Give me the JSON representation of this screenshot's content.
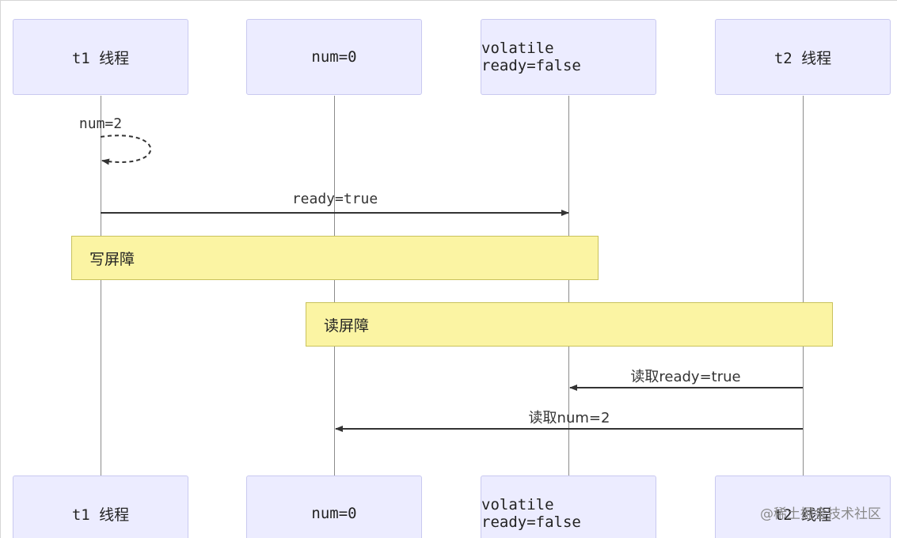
{
  "participants": [
    {
      "label": "t1 线程"
    },
    {
      "label": "num=0"
    },
    {
      "label": "volatile ready=false"
    },
    {
      "label": "t2 线程"
    }
  ],
  "messages": [
    {
      "label": "num=2",
      "type": "self",
      "line": "dashed"
    },
    {
      "label": "ready=true",
      "type": "arrow",
      "line": "solid"
    },
    {
      "label": "读取ready=true",
      "type": "arrow",
      "line": "solid"
    },
    {
      "label": "读取num=2",
      "type": "arrow",
      "line": "solid"
    }
  ],
  "notes": [
    {
      "label": "写屏障"
    },
    {
      "label": "读屏障"
    }
  ],
  "colors": {
    "actor_fill": "#ececff",
    "actor_border": "#c9c9f0",
    "note_fill": "#fbf4a3",
    "note_border": "#c9c25c",
    "line": "#333333"
  },
  "watermark": "@稀土掘金技术社区"
}
